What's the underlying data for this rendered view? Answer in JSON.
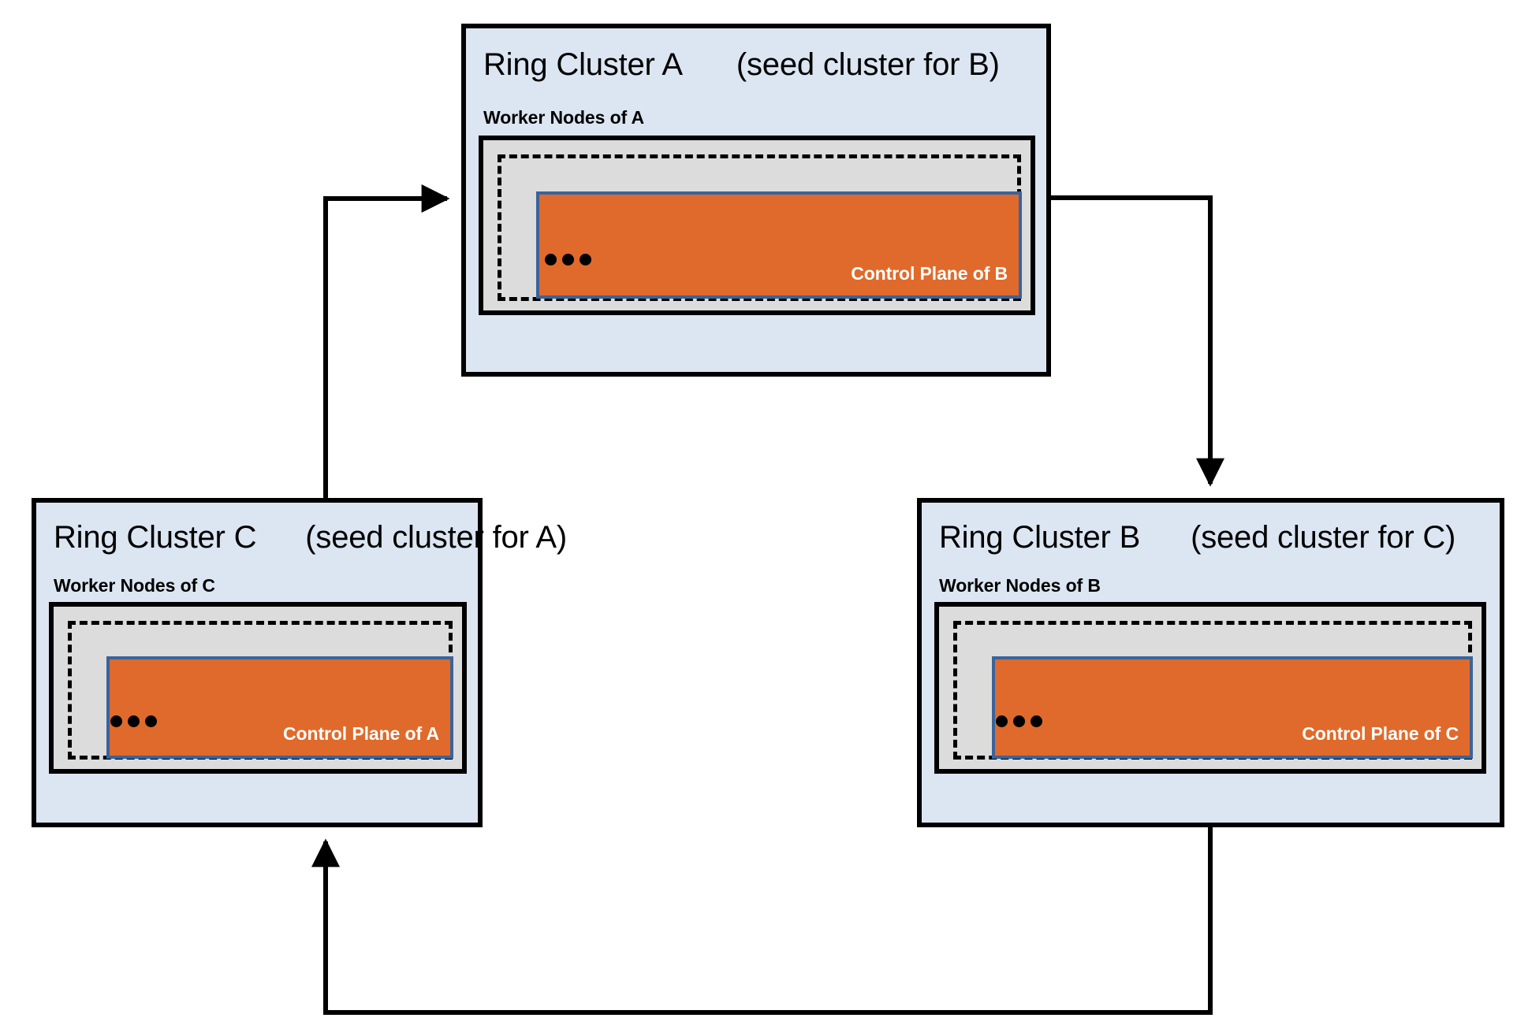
{
  "diagram": {
    "type": "ring-cluster-topology",
    "colors": {
      "cluster_background": "#dce6f2",
      "worker_nodes_background": "#dcdcdc",
      "control_plane_fill": "#e06a2b",
      "control_plane_border": "#3b6399",
      "outline": "#000000",
      "control_plane_text": "#ffffff"
    },
    "clusters": [
      {
        "id": "a",
        "name": "Ring Cluster A",
        "role": "(seed cluster for B)",
        "worker_label": "Worker Nodes of A",
        "control_plane_label": "Control Plane of B",
        "ellipsis": "•••"
      },
      {
        "id": "c",
        "name": "Ring Cluster C",
        "role": "(seed cluster for A)",
        "worker_label": "Worker Nodes of C",
        "control_plane_label": "Control Plane of A",
        "ellipsis": "•••"
      },
      {
        "id": "b",
        "name": "Ring Cluster B",
        "role": "(seed cluster for C)",
        "worker_label": "Worker Nodes of B",
        "control_plane_label": "Control Plane of C",
        "ellipsis": "•••"
      }
    ],
    "connections": [
      {
        "id": "a-to-b",
        "from": "Ring Cluster A",
        "to": "Ring Cluster B",
        "direction": "right-then-down"
      },
      {
        "id": "b-to-c",
        "from": "Ring Cluster B",
        "to": "Ring Cluster C",
        "direction": "down-then-left-then-up"
      },
      {
        "id": "c-to-a",
        "from": "Ring Cluster C",
        "to": "Ring Cluster A",
        "direction": "up-then-right"
      }
    ]
  }
}
